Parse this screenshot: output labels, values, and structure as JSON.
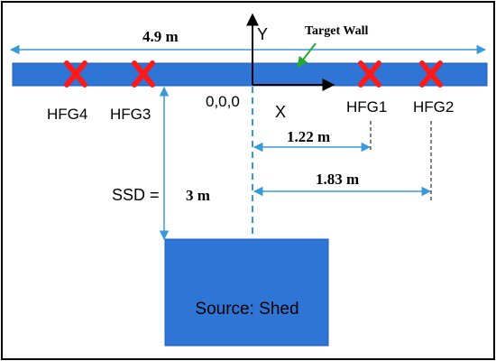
{
  "diagram": {
    "wall_width_label": "4.9 m",
    "target_wall_label": "Target Wall",
    "origin_label": "0,0,0",
    "y_axis_label": "Y",
    "x_axis_label": "X",
    "gauges": [
      {
        "label": "HFG4"
      },
      {
        "label": "HFG3"
      },
      {
        "label": "HFG1"
      },
      {
        "label": "HFG2"
      }
    ],
    "dist_hfg1_label": "1.22 m",
    "dist_hfg2_label": "1.83 m",
    "ssd_label": "SSD =",
    "ssd_value": "3 m",
    "source_label": "Source: Shed",
    "colors": {
      "wall": "#2e75d6",
      "wall_border": "#1f5fb8",
      "source": "#2e75d6",
      "marker": "#ff1a1a",
      "dim_line": "#3a9ad9",
      "axis": "#000000",
      "arrow": "#22aa33",
      "frame": "#000000"
    }
  }
}
